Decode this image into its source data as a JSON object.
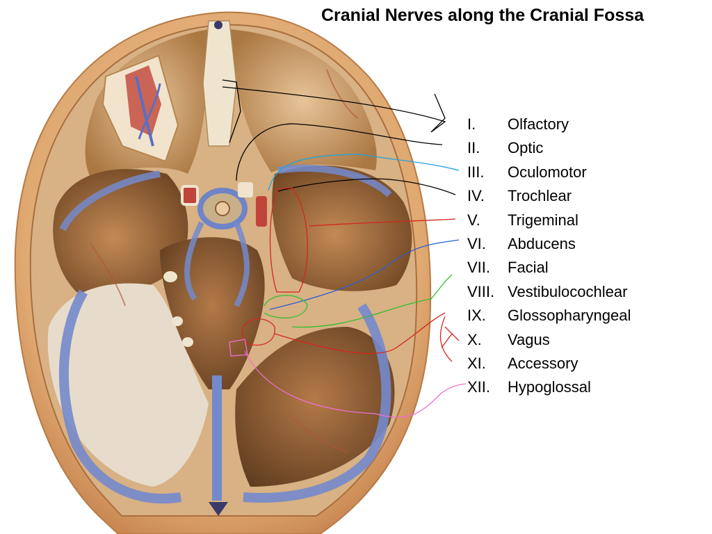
{
  "title": "Cranial Nerves along the Cranial Fossa",
  "nerves": [
    {
      "numeral": "I.",
      "name": "Olfactory",
      "line_color": "#000000"
    },
    {
      "numeral": "II.",
      "name": "Optic",
      "line_color": "#000000"
    },
    {
      "numeral": "III.",
      "name": "Oculomotor",
      "line_color": "#1fa3e0"
    },
    {
      "numeral": "IV.",
      "name": "Trochlear",
      "line_color": "#000000"
    },
    {
      "numeral": "V.",
      "name": "Trigeminal",
      "line_color": "#d4261f"
    },
    {
      "numeral": "VI.",
      "name": "Abducens",
      "line_color": "#2a5fcf"
    },
    {
      "numeral": "VII.",
      "name": "Facial",
      "line_color": "#000000"
    },
    {
      "numeral": "VIII.",
      "name": "Vestibulocochlear",
      "line_color": "#2fbf2f"
    },
    {
      "numeral": "IX.",
      "name": "Glossopharyngeal",
      "line_color": "#d4261f"
    },
    {
      "numeral": "X.",
      "name": "Vagus",
      "line_color": "#d4261f"
    },
    {
      "numeral": "XI.",
      "name": "Accessory",
      "line_color": "#d4261f"
    },
    {
      "numeral": "XII.",
      "name": "Hypoglossal",
      "line_color": "#ee6fd0"
    }
  ],
  "colors": {
    "skull_outer": "#e8b27c",
    "skull_bone": "#c99a66",
    "fossa_shadow": "#8a5c34",
    "vein_blue": "#6f84c8"
  }
}
